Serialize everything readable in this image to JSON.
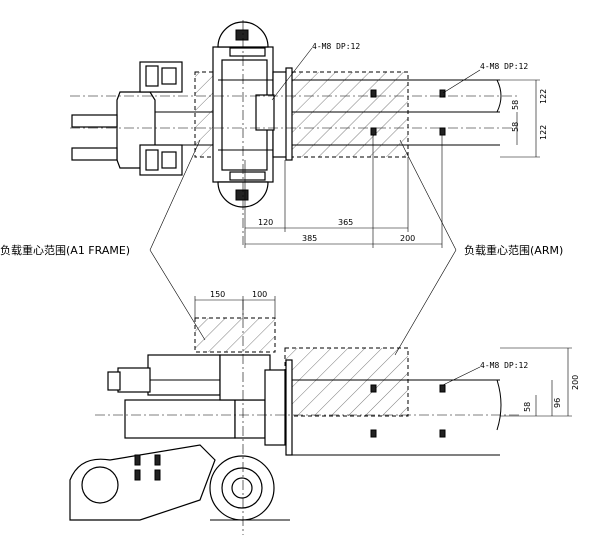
{
  "labels": {
    "a1_frame_zone": "负载重心范围(A1 FRAME)",
    "arm_zone": "负载重心范围(ARM)",
    "tap_note_a": "4-M8 DP:12",
    "tap_note_b": "4-M8 DP:12",
    "tap_note_c": "4-M8 DP:12"
  },
  "top_view_dims": {
    "d120_left": "120",
    "d365": "365",
    "d385": "385",
    "d200": "200",
    "d122_upper": "122",
    "d122_lower": "122",
    "d58_upper": "58",
    "d58_lower": "58"
  },
  "side_view_dims": {
    "d150": "150",
    "d100": "100",
    "d200_right": "200",
    "d96": "96",
    "d58": "58"
  }
}
